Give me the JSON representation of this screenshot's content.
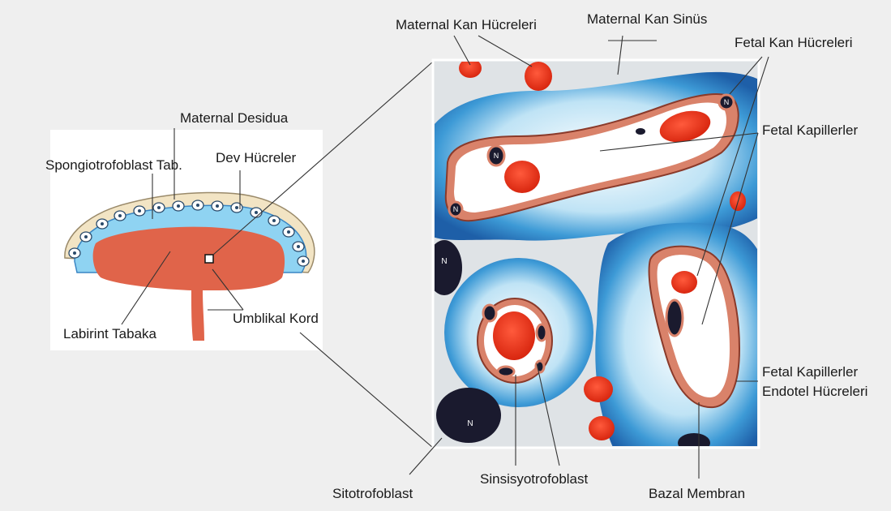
{
  "labels": {
    "maternal_desidua": "Maternal Desidua",
    "spongiotrofoblast": "Spongiotrofoblast Tab.",
    "dev_hucreler": "Dev Hücreler",
    "labirint_tabaka": "Labirint Tabaka",
    "umblikal_kord": "Umblikal Kord",
    "maternal_kan_hucreleri": "Maternal Kan Hücreleri",
    "maternal_kan_sinus": "Maternal Kan Sinüs",
    "fetal_kan_hucreleri": "Fetal Kan Hücreleri",
    "fetal_kapillerler": "Fetal Kapillerler",
    "fetal_kapillerler_endotel_1": "Fetal Kapillerler",
    "fetal_kapillerler_endotel_2": "Endotel Hücreleri",
    "sitotrofoblast": "Sitotrofoblast",
    "sinsisyotrofoblast": "Sinsisyotrofoblast",
    "bazal_membran": "Bazal Membran"
  },
  "nucleus_letter": "N",
  "colors": {
    "labyrinth": "#e0644a",
    "rbc": "#e8321c",
    "trophoblast_dark": "#1e5fa8",
    "trophoblast_mid": "#3d9ad6",
    "trophoblast_light": "#a9d8f0",
    "sinus": "#dfe3e6",
    "nucleus": "#1a1a2e",
    "endothelium": "#d9826a",
    "decidua": "#f2e4c4"
  }
}
